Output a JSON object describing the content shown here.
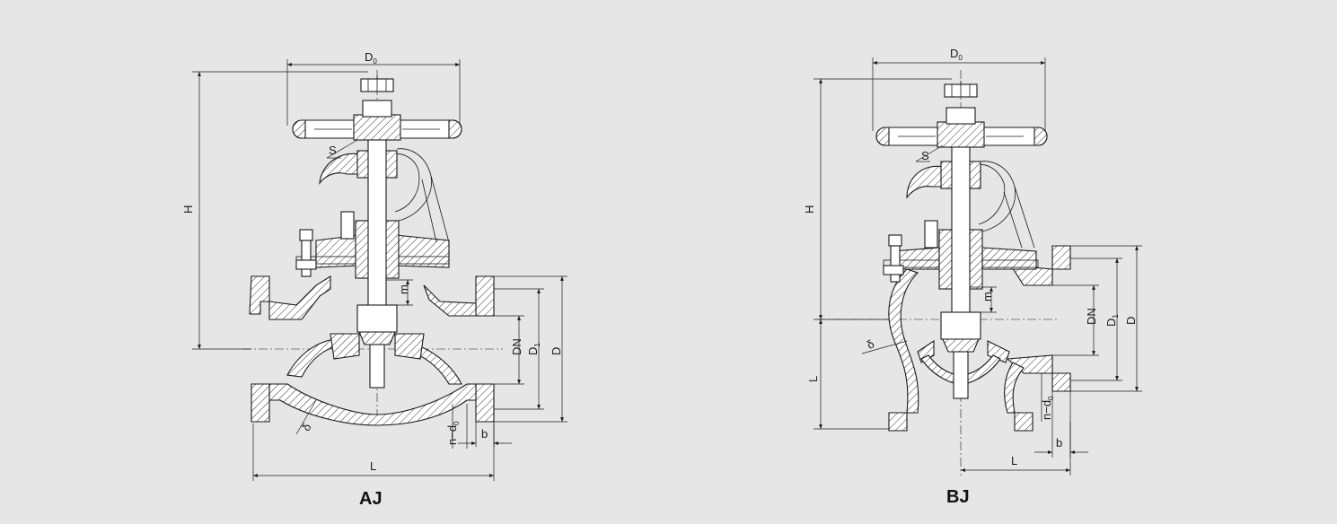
{
  "colors": {
    "background": "#e6e6e6",
    "line": "#1a1a1a"
  },
  "figure_left": {
    "title": "AJ",
    "dims": {
      "d0": "D",
      "d0_sub": "0",
      "h": "H",
      "s": "S",
      "m": "m",
      "dn": "DN",
      "d1": "D",
      "d1_sub": "1",
      "d": "D",
      "delta": "δ",
      "nd0": "n−d",
      "nd0_sub": "0",
      "b": "b",
      "l": "L"
    }
  },
  "figure_right": {
    "title": "BJ",
    "dims": {
      "d0": "D",
      "d0_sub": "0",
      "h": "H",
      "s": "S",
      "m": "m",
      "dn": "DN",
      "d1": "D",
      "d1_sub": "1",
      "d": "D",
      "delta": "δ",
      "nd0": "n−d",
      "nd0_sub": "0",
      "b": "b",
      "l_vertical": "L",
      "l": "L"
    }
  }
}
